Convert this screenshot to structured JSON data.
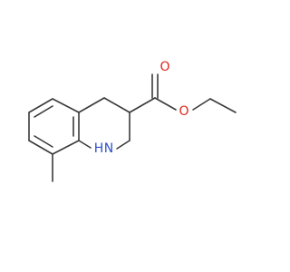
{
  "colors": {
    "background": "#ffffff",
    "carbon_bond": "#3a3a3a",
    "nitrogen": "#3050c8",
    "oxygen": "#e0261a"
  },
  "structure": {
    "atom_labels": {
      "amine_n": "N",
      "amine_h": "H",
      "carbonyl_o": "O",
      "ester_o": "O"
    }
  }
}
